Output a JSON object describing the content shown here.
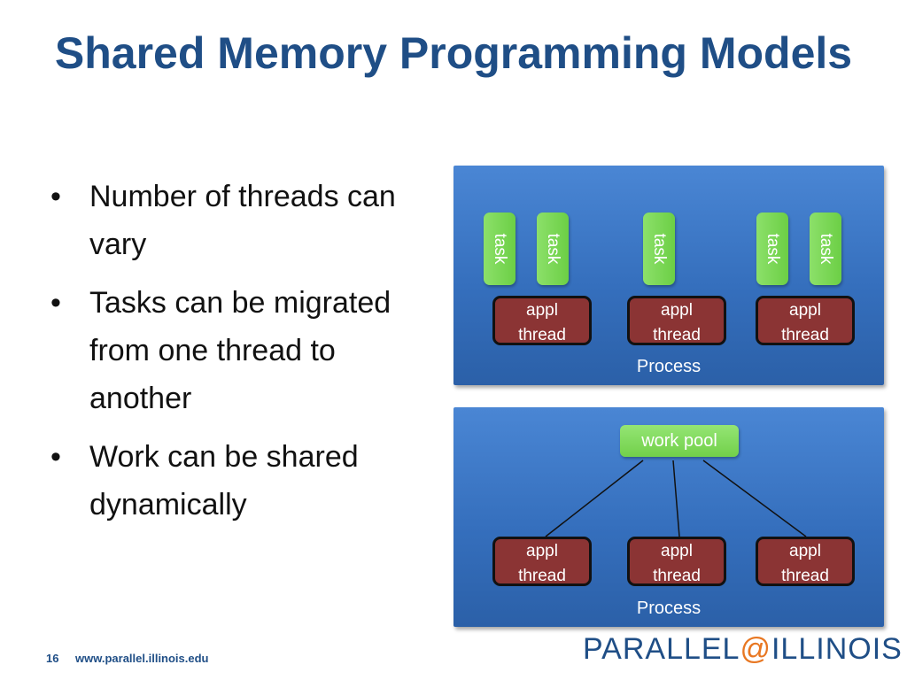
{
  "title": "Shared Memory Programming Models",
  "bullets": [
    "Number of threads can vary",
    "Tasks can be migrated from one thread to another",
    "Work can be shared dynamically"
  ],
  "diagram_top": {
    "tasks": [
      "task",
      "task",
      "task",
      "task",
      "task"
    ],
    "threads": [
      {
        "line1": "appl",
        "line2": "thread"
      },
      {
        "line1": "appl",
        "line2": "thread"
      },
      {
        "line1": "appl",
        "line2": "thread"
      }
    ],
    "process_label": "Process"
  },
  "diagram_bottom": {
    "pool_label": "work pool",
    "threads": [
      {
        "line1": "appl",
        "line2": "thread"
      },
      {
        "line1": "appl",
        "line2": "thread"
      },
      {
        "line1": "appl",
        "line2": "thread"
      }
    ],
    "process_label": "Process"
  },
  "footer": {
    "slide_number": "16",
    "url": "www.parallel.illinois.edu",
    "logo_left": "PARALLEL",
    "logo_at": "@",
    "logo_right": "ILLINOIS"
  },
  "colors": {
    "title": "#1f4e86",
    "panel": "#3a75c4",
    "task": "#7ed957",
    "thread": "#8b3434",
    "logo_accent": "#e87722"
  }
}
